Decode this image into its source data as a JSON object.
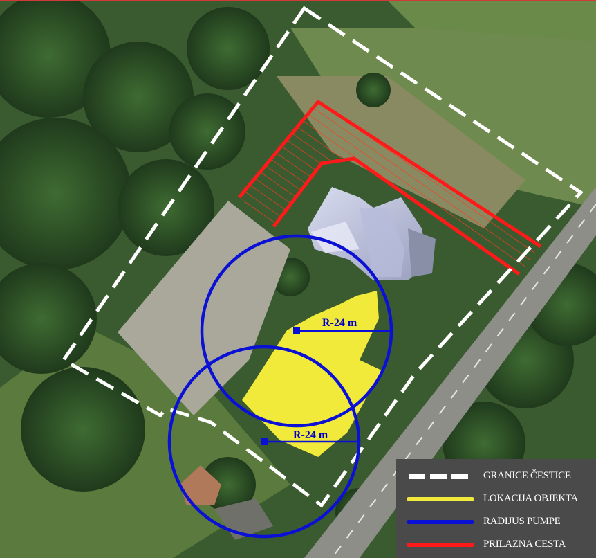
{
  "colors": {
    "parcel_boundary": "#ffffff",
    "building_location": "#f2ea3a",
    "pump_radius": "#0a10d4",
    "access_road": "#ff1a1a",
    "legend_background": "#4a4a4a"
  },
  "map": {
    "imagery": "aerial-orthophoto",
    "pumps": [
      {
        "label": "R-24 m"
      },
      {
        "label": "R-24 m"
      }
    ]
  },
  "legend": {
    "items": [
      {
        "label": "GRANICE ČESTICE",
        "style": "white-dashed-line"
      },
      {
        "label": "LOKACIJA OBJEKTA",
        "style": "yellow-line"
      },
      {
        "label": "RADIJUS PUMPE",
        "style": "blue-line"
      },
      {
        "label": "PRILAZNA CESTA",
        "style": "red-line"
      }
    ]
  }
}
